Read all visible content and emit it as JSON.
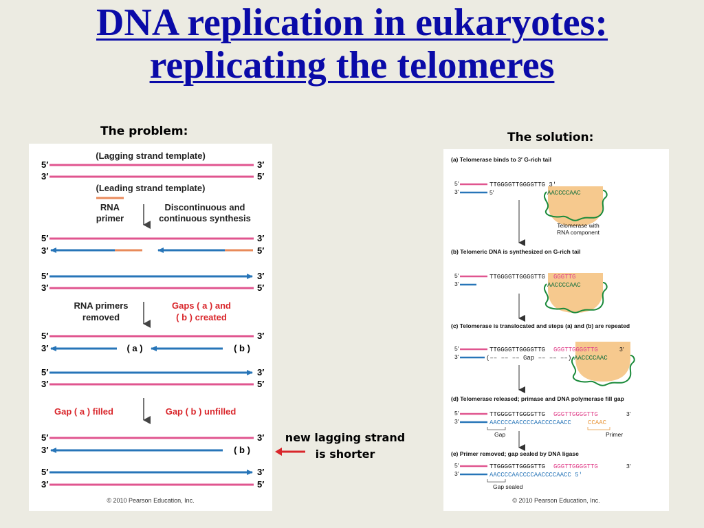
{
  "title": {
    "line1": "DNA replication in eukaryotes:",
    "line2": "replicating the telomeres"
  },
  "problem": {
    "caption": "The problem:",
    "lagging_template": "(Lagging strand template)",
    "leading_template": "(Leading strand template)",
    "rna_primer": [
      "RNA",
      "primer"
    ],
    "disc_synthesis": [
      "Discontinuous and",
      "continuous synthesis"
    ],
    "primers_removed": [
      "RNA primers",
      "removed"
    ],
    "gaps_created": [
      "Gaps (    a    ) and",
      "(    b    ) created"
    ],
    "gap_a_filled": "Gap (    a    ) filled",
    "gap_b_unfilled": "Gap (    b    ) unfilled",
    "gap_a": "(    a    )",
    "gap_b": "(    b    )",
    "five_prime": "5′",
    "three_prime": "3′",
    "copyright": "© 2010 Pearson Education, Inc."
  },
  "solution": {
    "caption": "The solution:",
    "step_a": "(a) Telomerase binds to 3′ G-rich tail",
    "step_b": "(b) Telomeric DNA is synthesized on G-rich tail",
    "step_c": "(c) Telomerase is translocated and steps (a) and (b) are repeated",
    "step_d": "(d) Telomerase released; primase and DNA polymerase fill gap",
    "step_e": "(e) Primer removed; gap sealed by DNA ligase",
    "telomerase_label": [
      "Telomerase with",
      "RNA component"
    ],
    "rna_template": "AACCCCAAC",
    "seq_a": "TTGGGGTTGGGGTTG 3′",
    "seq_b_black": "TTGGGGTTGGGGTTG",
    "seq_b_red": "GGGTTG",
    "seq_c_black": "TTGGGGTTGGGGTTG",
    "seq_c_red": "GGGTTGGGGTTG",
    "seq_c_end": "3′",
    "gap_dashes": "(–– –– –– Gap –– –– ––)",
    "seq_d_blue": "AACCCCAACCCCAACCCCAACC",
    "seq_d_primer": "CCAAC",
    "seq_e_blue": "AACCCCAACCCCAACCCCAACC 5′",
    "gap_label": "Gap",
    "primer_label": "Primer",
    "gap_sealed": "Gap sealed",
    "five_prime": "5′",
    "three_prime": "3′",
    "copyright": "© 2010 Pearson Education, Inc."
  },
  "annotation": {
    "line1": "new lagging strand",
    "line2": "is shorter"
  },
  "colors": {
    "title": "#0a0aa8",
    "pink_strand": "#e0558f",
    "blue_strand": "#2775b8",
    "primer": "#e88a5a",
    "red_text": "#d9262b",
    "telomerase": "#f6c98e"
  }
}
